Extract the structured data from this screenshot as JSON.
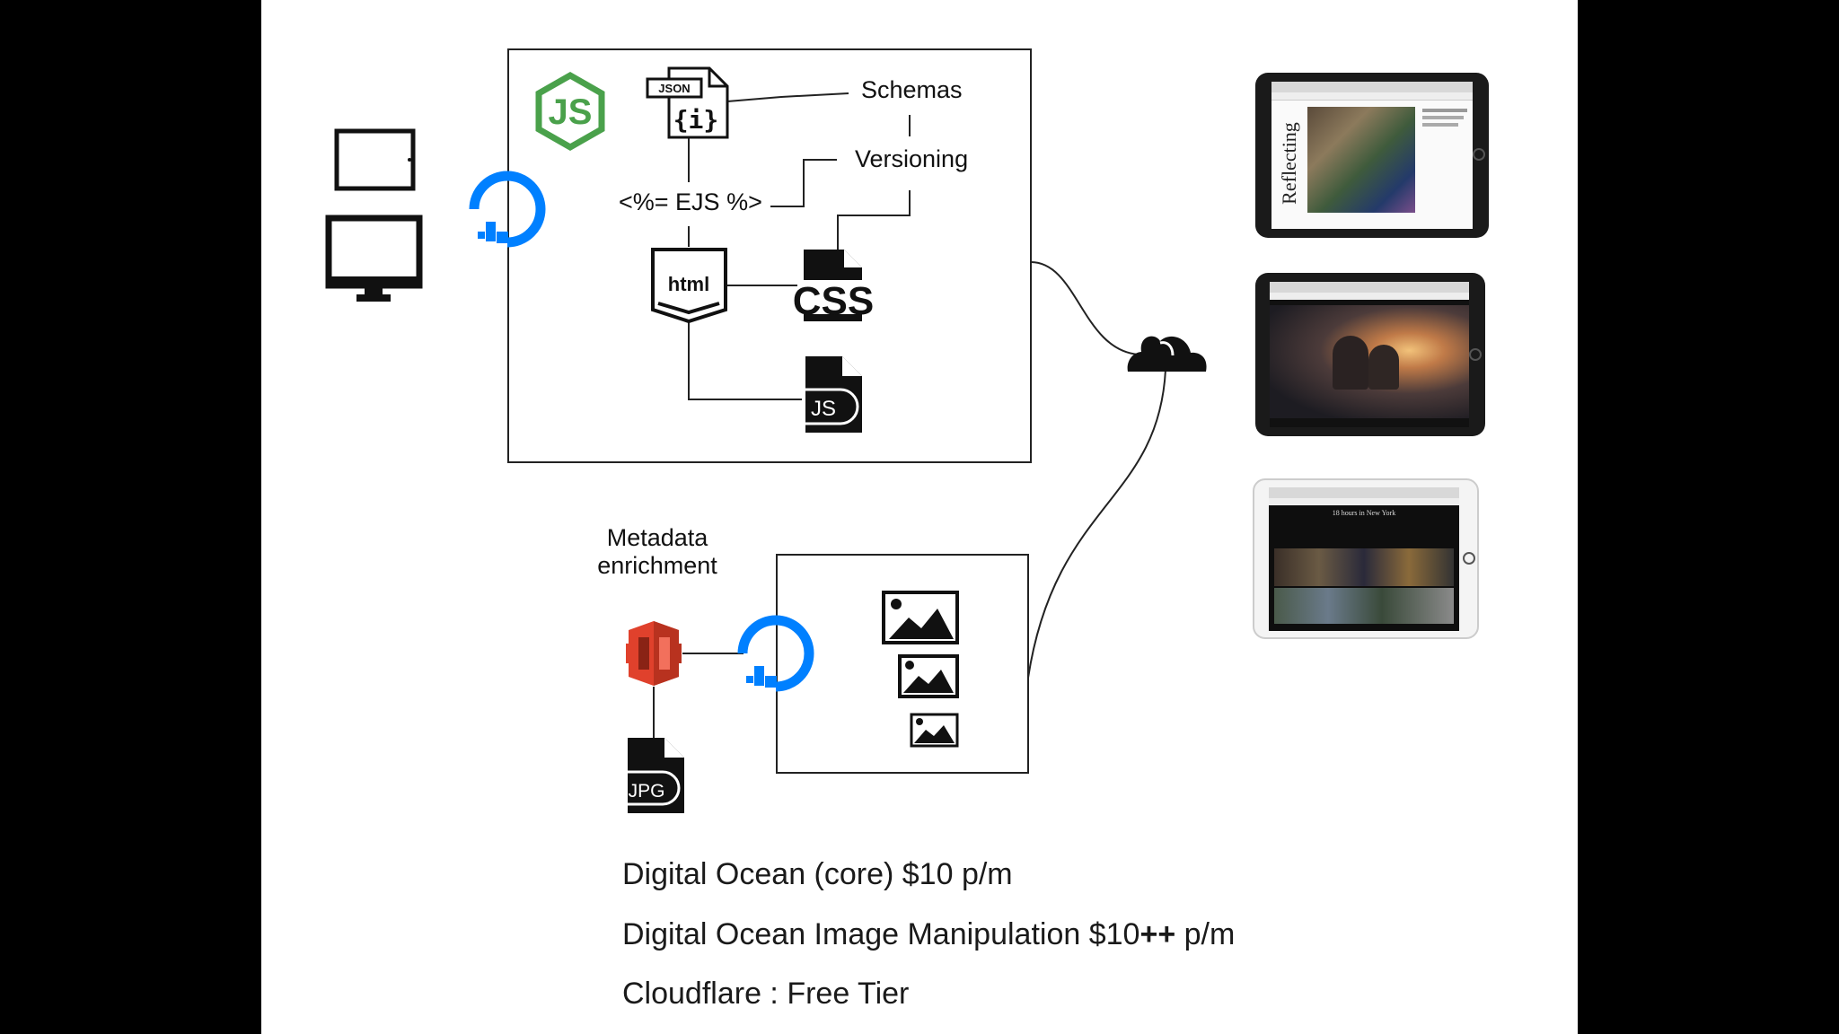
{
  "labels": {
    "json_tag": "JSON",
    "json_braces": "{i}",
    "schemas": "Schemas",
    "versioning": "Versioning",
    "ejs": "<%= EJS %>",
    "html": "html",
    "css": "CSS",
    "js": "JS",
    "jpg": "JPG",
    "metadata_line1": "Metadata",
    "metadata_line2": "enrichment"
  },
  "costs": [
    {
      "text": "Digital Ocean (core) $10 p/m"
    },
    {
      "prefix": "Digital Ocean Image Manipulation $10",
      "bold": "++",
      "suffix": " p/m"
    },
    {
      "text": "Cloudflare : Free Tier"
    }
  ],
  "tablets": [
    {
      "theme": "light",
      "heading": "Reflecting"
    },
    {
      "theme": "dark-photo"
    },
    {
      "theme": "dark-grid",
      "heading": "18 hours in New York"
    }
  ],
  "colors": {
    "node_green": "#4aa14b",
    "digitalocean_blue": "#0080ff",
    "s3_red": "#e0412c",
    "ink": "#111111"
  }
}
